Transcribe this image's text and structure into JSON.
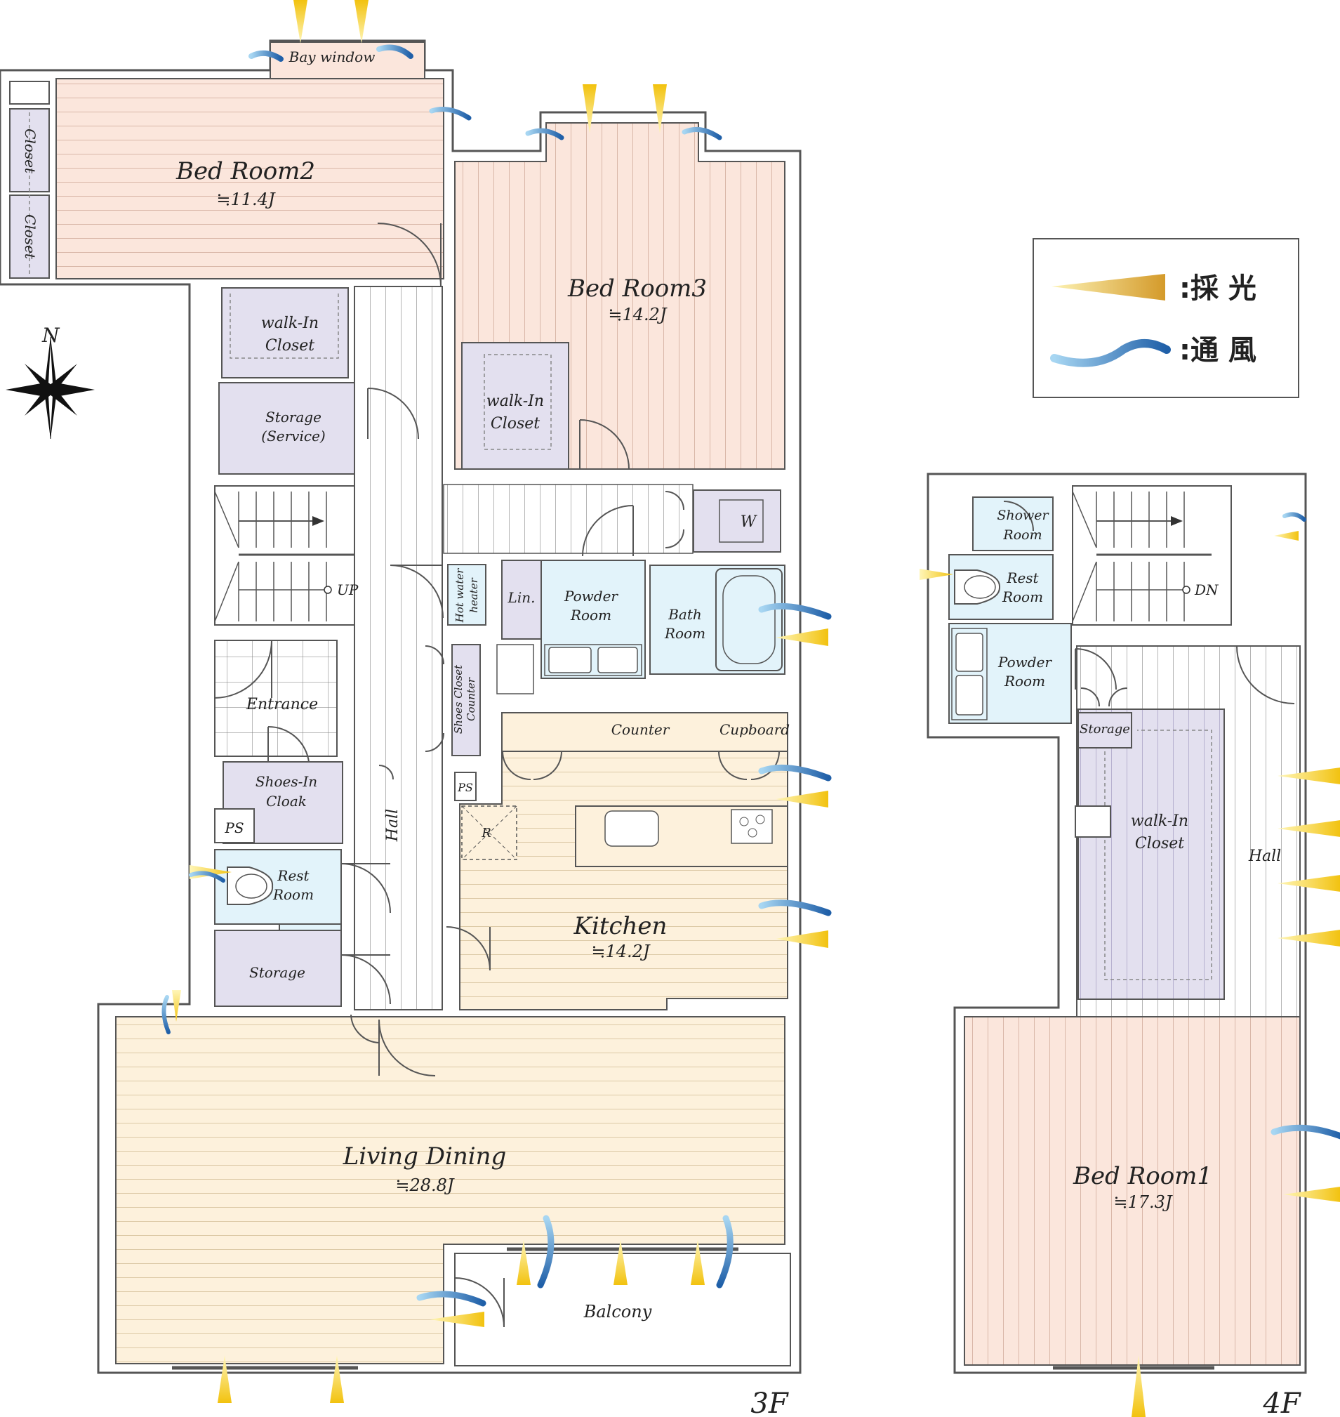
{
  "legend": {
    "light_text": ":採 光",
    "wind_text": ":通 風"
  },
  "compass": {
    "north_label": "N"
  },
  "floors": {
    "floor3": "3F",
    "floor4": "4F"
  },
  "rooms3f": {
    "bay_window": "Bay window",
    "bedroom2_name": "Bed Room2",
    "bedroom2_area": "≒11.4J",
    "closet_a": "Closet",
    "closet_b": "Closet",
    "walkin_a_1": "walk-In",
    "walkin_a_2": "Closet",
    "storage_service_1": "Storage",
    "storage_service_2": "(Service)",
    "up": "UP",
    "entrance": "Entrance",
    "shoes_cloak_1": "Shoes-In",
    "shoes_cloak_2": "Cloak",
    "ps_a": "PS",
    "rest_1": "Rest",
    "rest_2": "Room",
    "storage_b": "Storage",
    "hall": "Hall",
    "bedroom3_name": "Bed Room3",
    "bedroom3_area": "≒14.2J",
    "walkin_b_1": "walk-In",
    "walkin_b_2": "Closet",
    "w": "W",
    "hot_water_1": "Hot water",
    "hot_water_2": "heater",
    "lin": "Lin.",
    "powder_1": "Powder",
    "powder_2": "Room",
    "bath_1": "Bath",
    "bath_2": "Room",
    "shoes_closet_1": "Shoes Closet",
    "shoes_closet_2": "Counter",
    "counter": "Counter",
    "cupboard": "Cupboard",
    "ps_b": "PS",
    "r": "R",
    "kitchen_name": "Kitchen",
    "kitchen_area": "≒14.2J",
    "living_name": "Living Dining",
    "living_area": "≒28.8J",
    "balcony": "Balcony"
  },
  "rooms4f": {
    "shower_1": "Shower",
    "shower_2": "Room",
    "rest_1": "Rest",
    "rest_2": "Room",
    "dn": "DN",
    "powder_1": "Powder",
    "powder_2": "Room",
    "storage": "Storage",
    "walkin_1": "walk-In",
    "walkin_2": "Closet",
    "hall": "Hall",
    "bedroom1_name": "Bed Room1",
    "bedroom1_area": "≒17.3J"
  },
  "colors": {
    "bedroom": "#fbe6dc",
    "living": "#fdf1dc",
    "closet": "#e3e0ef",
    "wet": "#e2f3fa",
    "light_arrow": "#f2c51a",
    "wind": "#1f5fa8",
    "wall": "#555555"
  }
}
